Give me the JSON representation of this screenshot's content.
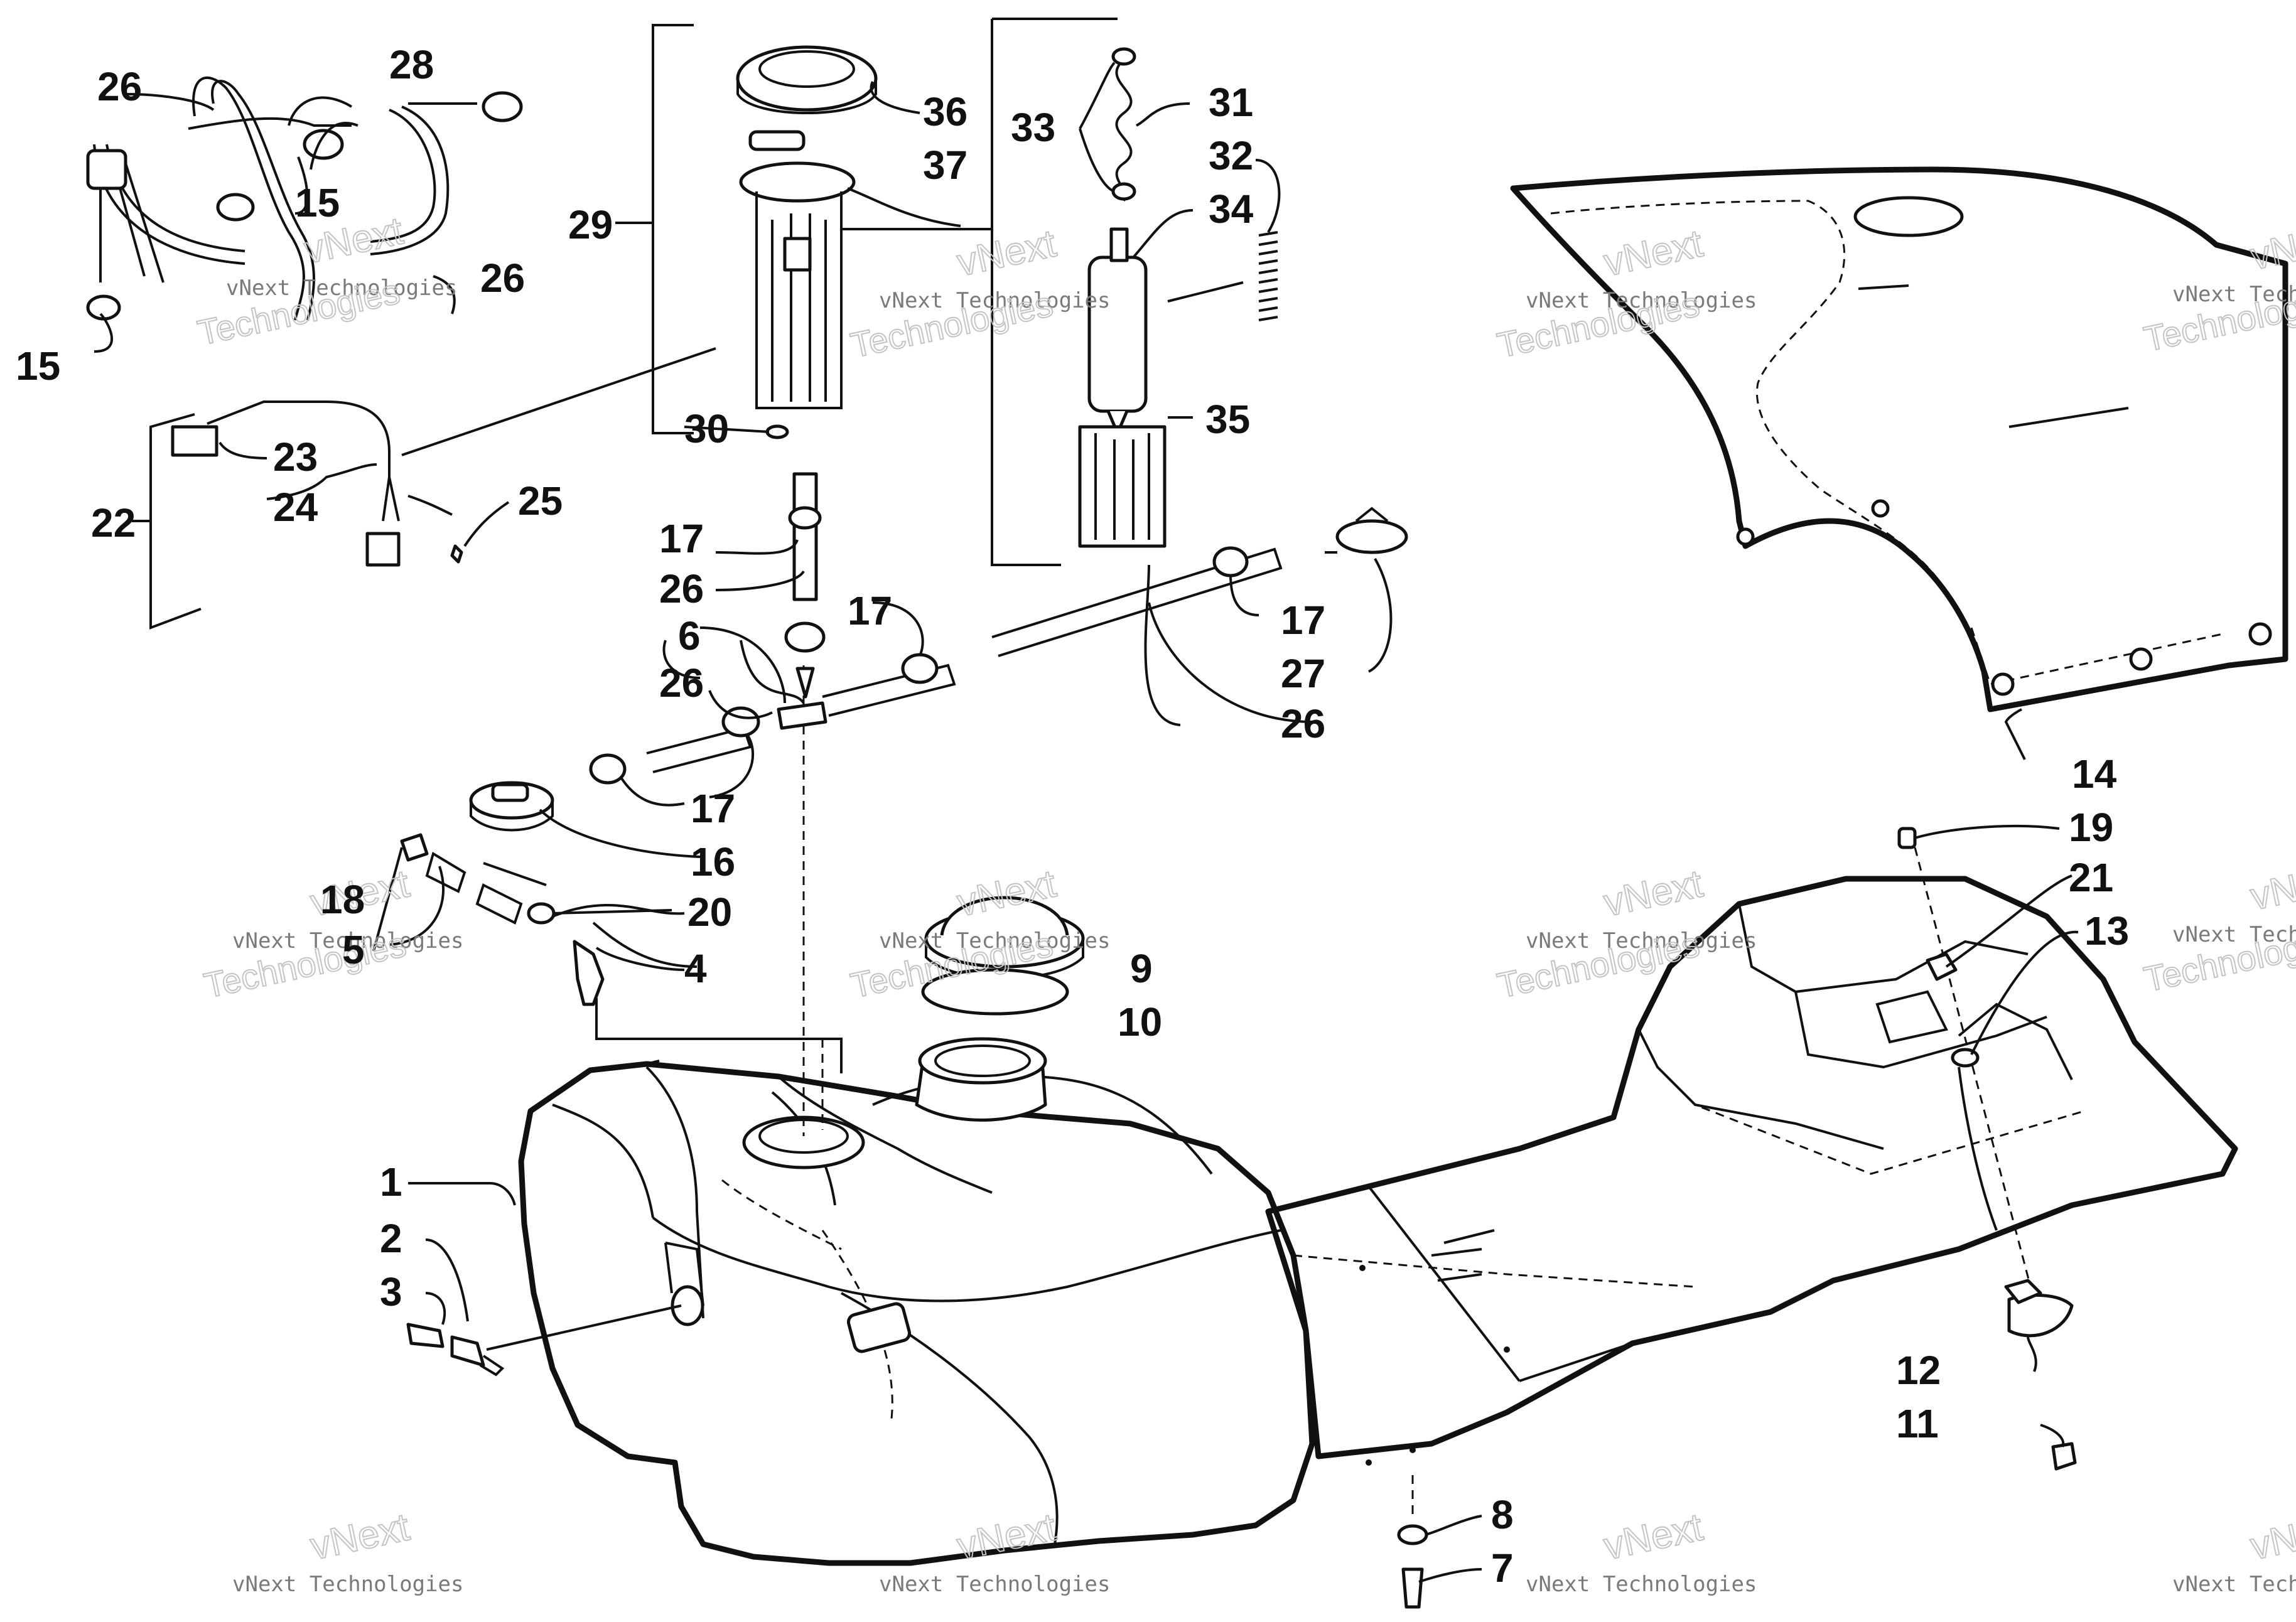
{
  "diagram": {
    "watermark": {
      "line1": "vNext Technologies",
      "line2": "vNext",
      "line3": "Technologies"
    },
    "callouts": [
      {
        "id": "c1",
        "label": "1"
      },
      {
        "id": "c2",
        "label": "2"
      },
      {
        "id": "c3",
        "label": "3"
      },
      {
        "id": "c4",
        "label": "4"
      },
      {
        "id": "c5",
        "label": "5"
      },
      {
        "id": "c6",
        "label": "6"
      },
      {
        "id": "c7",
        "label": "7"
      },
      {
        "id": "c8",
        "label": "8"
      },
      {
        "id": "c9",
        "label": "9"
      },
      {
        "id": "c10",
        "label": "10"
      },
      {
        "id": "c11",
        "label": "11"
      },
      {
        "id": "c12",
        "label": "12"
      },
      {
        "id": "c13",
        "label": "13"
      },
      {
        "id": "c14",
        "label": "14"
      },
      {
        "id": "c15a",
        "label": "15"
      },
      {
        "id": "c15b",
        "label": "15"
      },
      {
        "id": "c16",
        "label": "16"
      },
      {
        "id": "c17a",
        "label": "17"
      },
      {
        "id": "c17b",
        "label": "17"
      },
      {
        "id": "c17c",
        "label": "17"
      },
      {
        "id": "c17d",
        "label": "17"
      },
      {
        "id": "c18",
        "label": "18"
      },
      {
        "id": "c19",
        "label": "19"
      },
      {
        "id": "c20",
        "label": "20"
      },
      {
        "id": "c21",
        "label": "21"
      },
      {
        "id": "c22",
        "label": "22"
      },
      {
        "id": "c23",
        "label": "23"
      },
      {
        "id": "c24",
        "label": "24"
      },
      {
        "id": "c25",
        "label": "25"
      },
      {
        "id": "c26a",
        "label": "26"
      },
      {
        "id": "c26b",
        "label": "26"
      },
      {
        "id": "c26c",
        "label": "26"
      },
      {
        "id": "c26d",
        "label": "26"
      },
      {
        "id": "c26e",
        "label": "26"
      },
      {
        "id": "c27",
        "label": "27"
      },
      {
        "id": "c28",
        "label": "28"
      },
      {
        "id": "c29",
        "label": "29"
      },
      {
        "id": "c30",
        "label": "30"
      },
      {
        "id": "c31",
        "label": "31"
      },
      {
        "id": "c32",
        "label": "32"
      },
      {
        "id": "c33",
        "label": "33"
      },
      {
        "id": "c34",
        "label": "34"
      },
      {
        "id": "c35",
        "label": "35"
      },
      {
        "id": "c36",
        "label": "36"
      },
      {
        "id": "c37",
        "label": "37"
      }
    ]
  }
}
